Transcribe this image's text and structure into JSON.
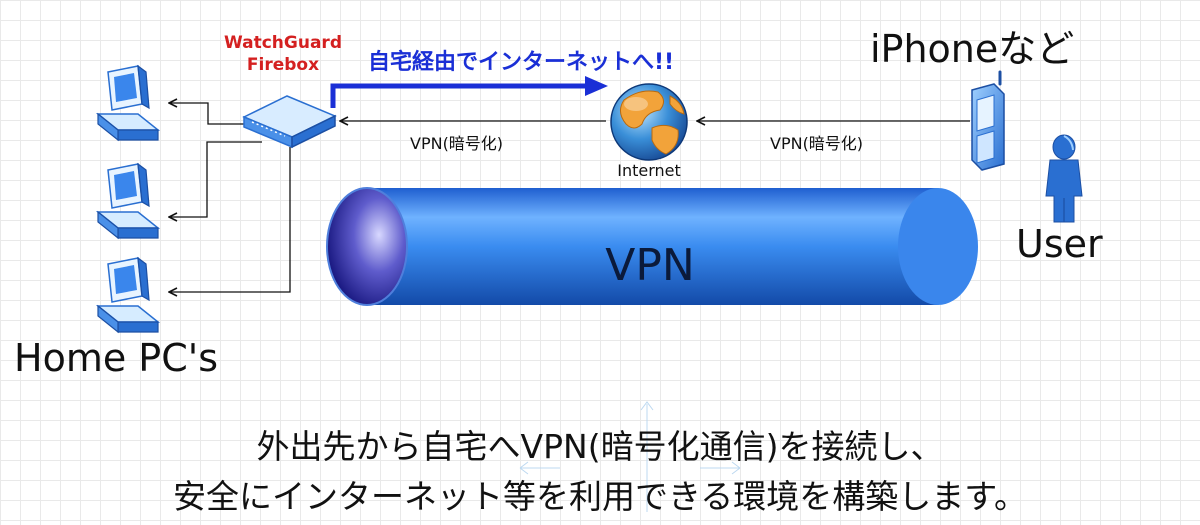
{
  "labels": {
    "firebox_line1": "WatchGuard",
    "firebox_line2": "Firebox",
    "via_home": "自宅経由でインターネットへ!!",
    "device": "iPhoneなど",
    "vpn_link_left": "VPN(暗号化)",
    "vpn_link_right": "VPN(暗号化)",
    "internet": "Internet",
    "user": "User",
    "home_pcs": "Home PC's",
    "tunnel": "VPN"
  },
  "caption": {
    "line1": "外出先から自宅へVPN(暗号化通信)を接続し、",
    "line2": "安全にインターネット等を利用できる環境を構築します。"
  },
  "icons": {
    "pc": "desktop-computer-icon",
    "router": "firewall-appliance-icon",
    "globe": "internet-globe-icon",
    "phone": "mobile-phone-icon",
    "person": "user-person-icon"
  },
  "colors": {
    "firebox_label": "#d42020",
    "via_label": "#1a2fd6",
    "tunnel": "#2a78e4",
    "device_blue": "#2a6fd1"
  }
}
